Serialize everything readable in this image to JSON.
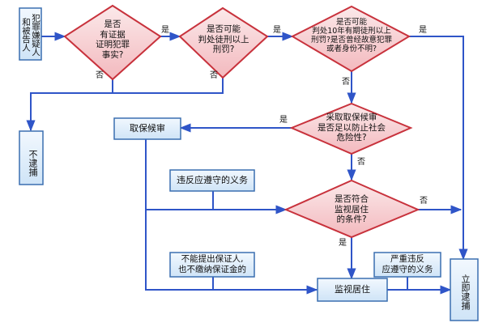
{
  "nodes": {
    "suspects": "犯罪嫌疑人和被告人",
    "no_arrest": "不逮捕",
    "bail": "取保候审",
    "obligations": "违反应遵守的义务",
    "no_guarantor": [
      "不能提出保证人,",
      "也不缴纳保证金的"
    ],
    "residential_surveillance": "监视居住",
    "serious_violation": [
      "严重违反",
      "应遵守的义务"
    ],
    "immediate_arrest": "立即逮捕"
  },
  "decisions": {
    "d1": [
      "是否",
      "有证据",
      "证明犯罪",
      "事实?"
    ],
    "d2": [
      "是否可能",
      "判处徒刑以上",
      "刑罚?"
    ],
    "d3": [
      "是否可能",
      "判处10年有期徒刑以上",
      "刑罚?是否曾经故意犯罪",
      "或者身份不明?"
    ],
    "d4": [
      "采取取保候审",
      "是否足以防止社会",
      "危险性?"
    ],
    "d5": [
      "是否符合",
      "监视居住",
      "的条件?"
    ]
  },
  "edge_labels": {
    "yes": "是",
    "no": "否"
  },
  "colors": {
    "box_fill": "#dcedfa",
    "box_stroke": "#3a6fb0",
    "diamond_stroke": "#c8323c",
    "diamond_fill_top": "#fbe3e4",
    "diamond_fill_bottom": "#f4bfc3",
    "edge": "#2f55c8"
  }
}
